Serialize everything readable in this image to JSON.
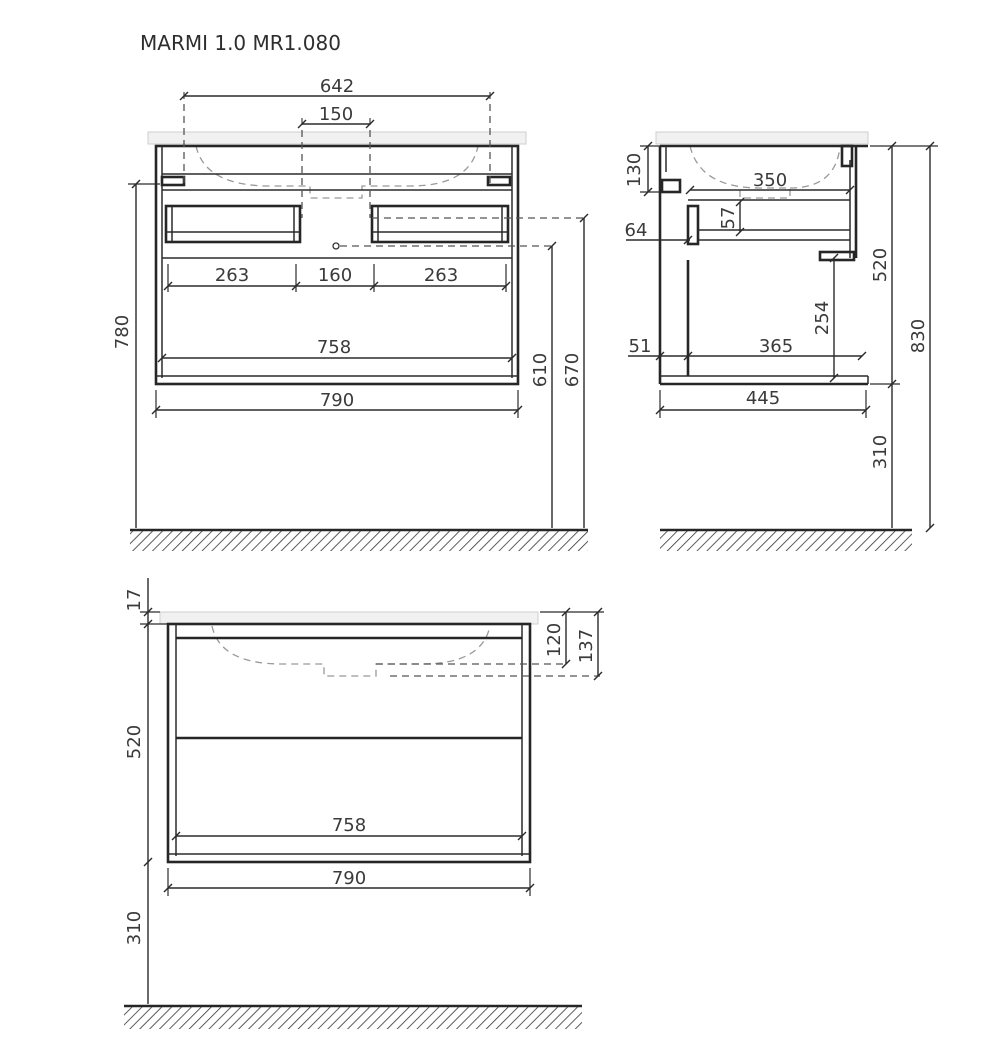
{
  "title": "MARMI 1.0 MR1.080",
  "front_view": {
    "dim_basin_width": "642",
    "dim_drain_width": "150",
    "dim_left_compartment": "263",
    "dim_center_gap": "160",
    "dim_right_compartment": "263",
    "dim_inner_width": "758",
    "dim_outer_width": "790",
    "dim_total_height": "780",
    "dim_height_610": "610",
    "dim_height_670": "670"
  },
  "side_view": {
    "dim_top_130": "130",
    "dim_basin_depth": "350",
    "dim_64": "64",
    "dim_57": "57",
    "dim_body_height": "520",
    "dim_total_height": "830",
    "dim_254": "254",
    "dim_51": "51",
    "dim_365": "365",
    "dim_depth": "445",
    "dim_floor_gap": "310"
  },
  "lower_front_view": {
    "dim_top_thickness": "17",
    "dim_120": "120",
    "dim_137": "137",
    "dim_body_height": "520",
    "dim_inner_width": "758",
    "dim_outer_width": "790",
    "dim_floor_gap": "310"
  }
}
